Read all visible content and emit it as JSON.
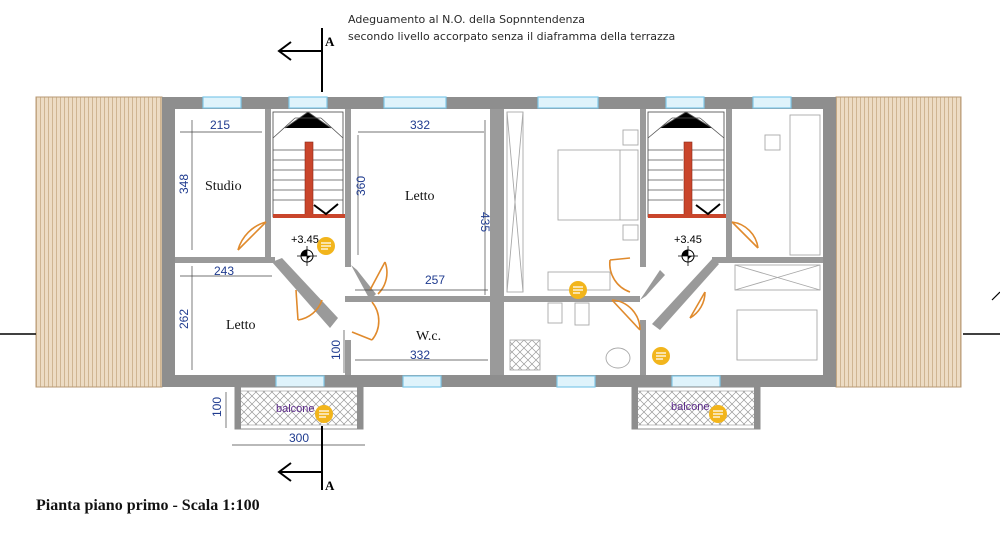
{
  "header_note": {
    "line1": "Adeguamento al N.O. della Sopnntendenza",
    "line2": "secondo livello accorpato senza il diaframma della terrazza"
  },
  "caption": "Pianta piano primo - Scala 1:100",
  "section_marker": "A",
  "rooms": {
    "studio": "Studio",
    "letto_top": "Letto",
    "letto_bottom": "Letto",
    "wc": "W.c."
  },
  "elevations": {
    "left": "+3.45",
    "right": "+3.45"
  },
  "balconies": {
    "left": "balcone",
    "right": "balcone"
  },
  "dimensions": {
    "studio_width": "215",
    "studio_height": "348",
    "letto_top_width": "332",
    "letto_top_height": "435",
    "stair_height": "360",
    "corridor_width": "257",
    "letto_bottom_width": "243",
    "letto_bottom_height": "262",
    "wc_width": "332",
    "wc_height": "100",
    "balcony_depth": "100",
    "balcony_width": "300"
  },
  "colors": {
    "wall": "#8e8e8e",
    "terrace": "#e7d6bd",
    "door": "#e08a2c",
    "window": "#7fc8e8",
    "stair_rail": "#c9452b",
    "note_badge": "#f2b51c",
    "dimension_text": "#1f3b8f"
  }
}
